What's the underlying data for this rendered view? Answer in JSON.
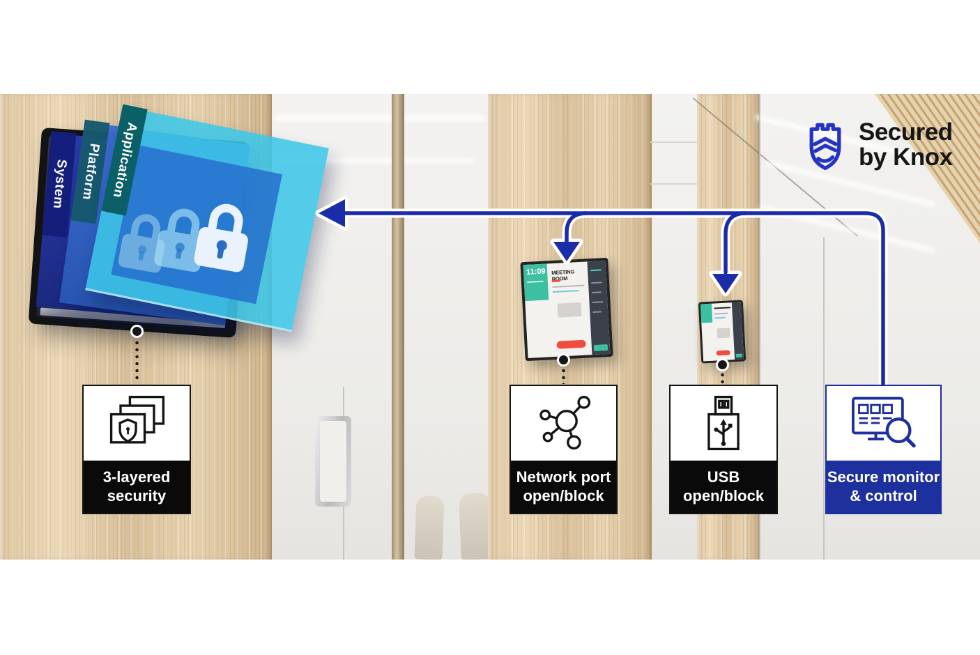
{
  "brand": {
    "shield_icon": "knox-shield-icon",
    "line1": "Secured",
    "line2": "by Knox",
    "shield_color": "#2433c4",
    "text_color": "#161616"
  },
  "security_display": {
    "description": "wall display with three pop-out security layers and padlocks",
    "icon": "padlock-icon",
    "layers": [
      {
        "label": "System",
        "tab_color": "#141f7c",
        "screen_color": "#1f2f9e"
      },
      {
        "label": "Platform",
        "tab_color": "#17596f",
        "screen_color": "#2e63c6"
      },
      {
        "label": "Application",
        "tab_color": "#0b5f66",
        "screen_color": "#3dc6e8"
      }
    ]
  },
  "meeting_room_display": {
    "time": "11:09",
    "title": "MEETING ROOM",
    "teal": "#3dbfa2",
    "red": "#ef4b3f"
  },
  "features": [
    {
      "icon": "layered-shield-icon",
      "line1": "3-layered",
      "line2": "security",
      "band_color": "#0a0a0a"
    },
    {
      "icon": "network-nodes-icon",
      "line1": "Network port",
      "line2": "open/block",
      "band_color": "#0a0a0a"
    },
    {
      "icon": "usb-plug-icon",
      "line1": "USB",
      "line2": "open/block",
      "band_color": "#0a0a0a"
    },
    {
      "icon": "monitor-magnifier-icon",
      "line1": "Secure monitor",
      "line2": "& control",
      "band_color": "#1e2f9e"
    }
  ],
  "arrows": {
    "color": "#1b2ca8",
    "outline": "#ffffff",
    "style": "rounded elbow lines with arrowheads"
  }
}
